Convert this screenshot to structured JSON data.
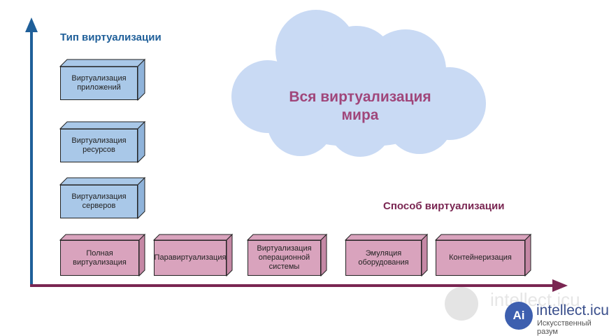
{
  "y_axis_title": "Тип виртуализации",
  "x_axis_title": "Способ виртуализации",
  "cloud_text": "Вся виртуализация\nмира",
  "colors": {
    "y_axis": "#1f5f99",
    "x_axis": "#7a2652",
    "blue_box": "#a9c8e8",
    "pink_box": "#d9a3bd",
    "cloud": "#c9daf4",
    "cloud_text": "#a0467a"
  },
  "types": [
    {
      "label": "Виртуализация приложений"
    },
    {
      "label": "Виртуализация ресурсов"
    },
    {
      "label": "Виртуализация серверов"
    }
  ],
  "methods": [
    {
      "label": "Полная виртуализация"
    },
    {
      "label": "Паравиртуализация"
    },
    {
      "label": "Виртуализация операционной системы"
    },
    {
      "label": "Эмуляция оборудования"
    },
    {
      "label": "Контейнеризация"
    }
  ],
  "watermark": {
    "brand": "intellect.icu",
    "tagline": "Искусственный разум",
    "logo_letter": "Ai"
  }
}
